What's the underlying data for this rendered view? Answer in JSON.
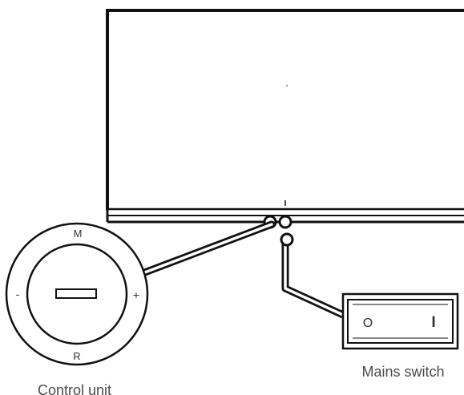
{
  "control_unit": {
    "caption": "Control unit",
    "label_top": "M",
    "label_bottom": "R",
    "label_left": "-",
    "label_right": "+"
  },
  "mains_switch": {
    "caption": "Mains switch",
    "off_symbol": "O",
    "on_symbol": "I"
  },
  "colors": {
    "line": "#111111",
    "caption": "#4a4a4a",
    "background": "#ffffff"
  }
}
